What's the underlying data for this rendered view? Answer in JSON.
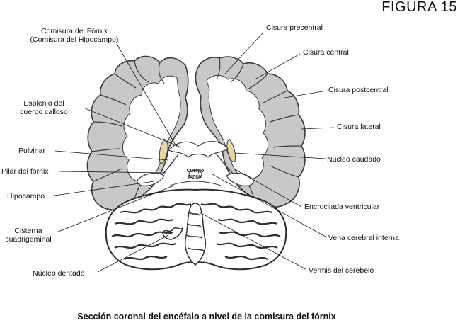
{
  "figure_number": "FIGURA 15",
  "caption": "Sección coronal del encéfalo a nivel de la comisura del fórnix",
  "colors": {
    "cortex": "#c8c8c8",
    "outline": "#3a3a3a",
    "caudate": "#e6d6a6",
    "cerebellum_white": "#ffffff",
    "cerebellum_folia": "#2e2e2e"
  },
  "labels": {
    "comisura_fornix": "Comisura del Fórnix",
    "comisura_hipocampo": "(Comisura del Hipocampo)",
    "esplenio_1": "Esplenio del",
    "esplenio_2": "cuerpo calloso",
    "pulvinar": "Pulvinar",
    "pilar_fornix": "Pilar del fórnix",
    "hipocampo": "Hipocampo",
    "cisterna_1": "Cisterna",
    "cisterna_2": "cuadrigeminal",
    "nucleo_dentado": "Núcleo dentado",
    "cisura_precentral": "Cisura precentral",
    "cisura_central": "Cisura central",
    "cisura_postcentral": "Cisura postcentral",
    "cisura_lateral": "Cisura lateral",
    "nucleo_caudado": "Núcleo caudado",
    "encrucijada": "Encrucijada ventricular",
    "vena_cerebral": "Vena cerebral interna",
    "vermis": "Vermis del cerebelo",
    "cuerpo_pineal_1": "Cuerpo",
    "cuerpo_pineal_2": "pineal"
  }
}
